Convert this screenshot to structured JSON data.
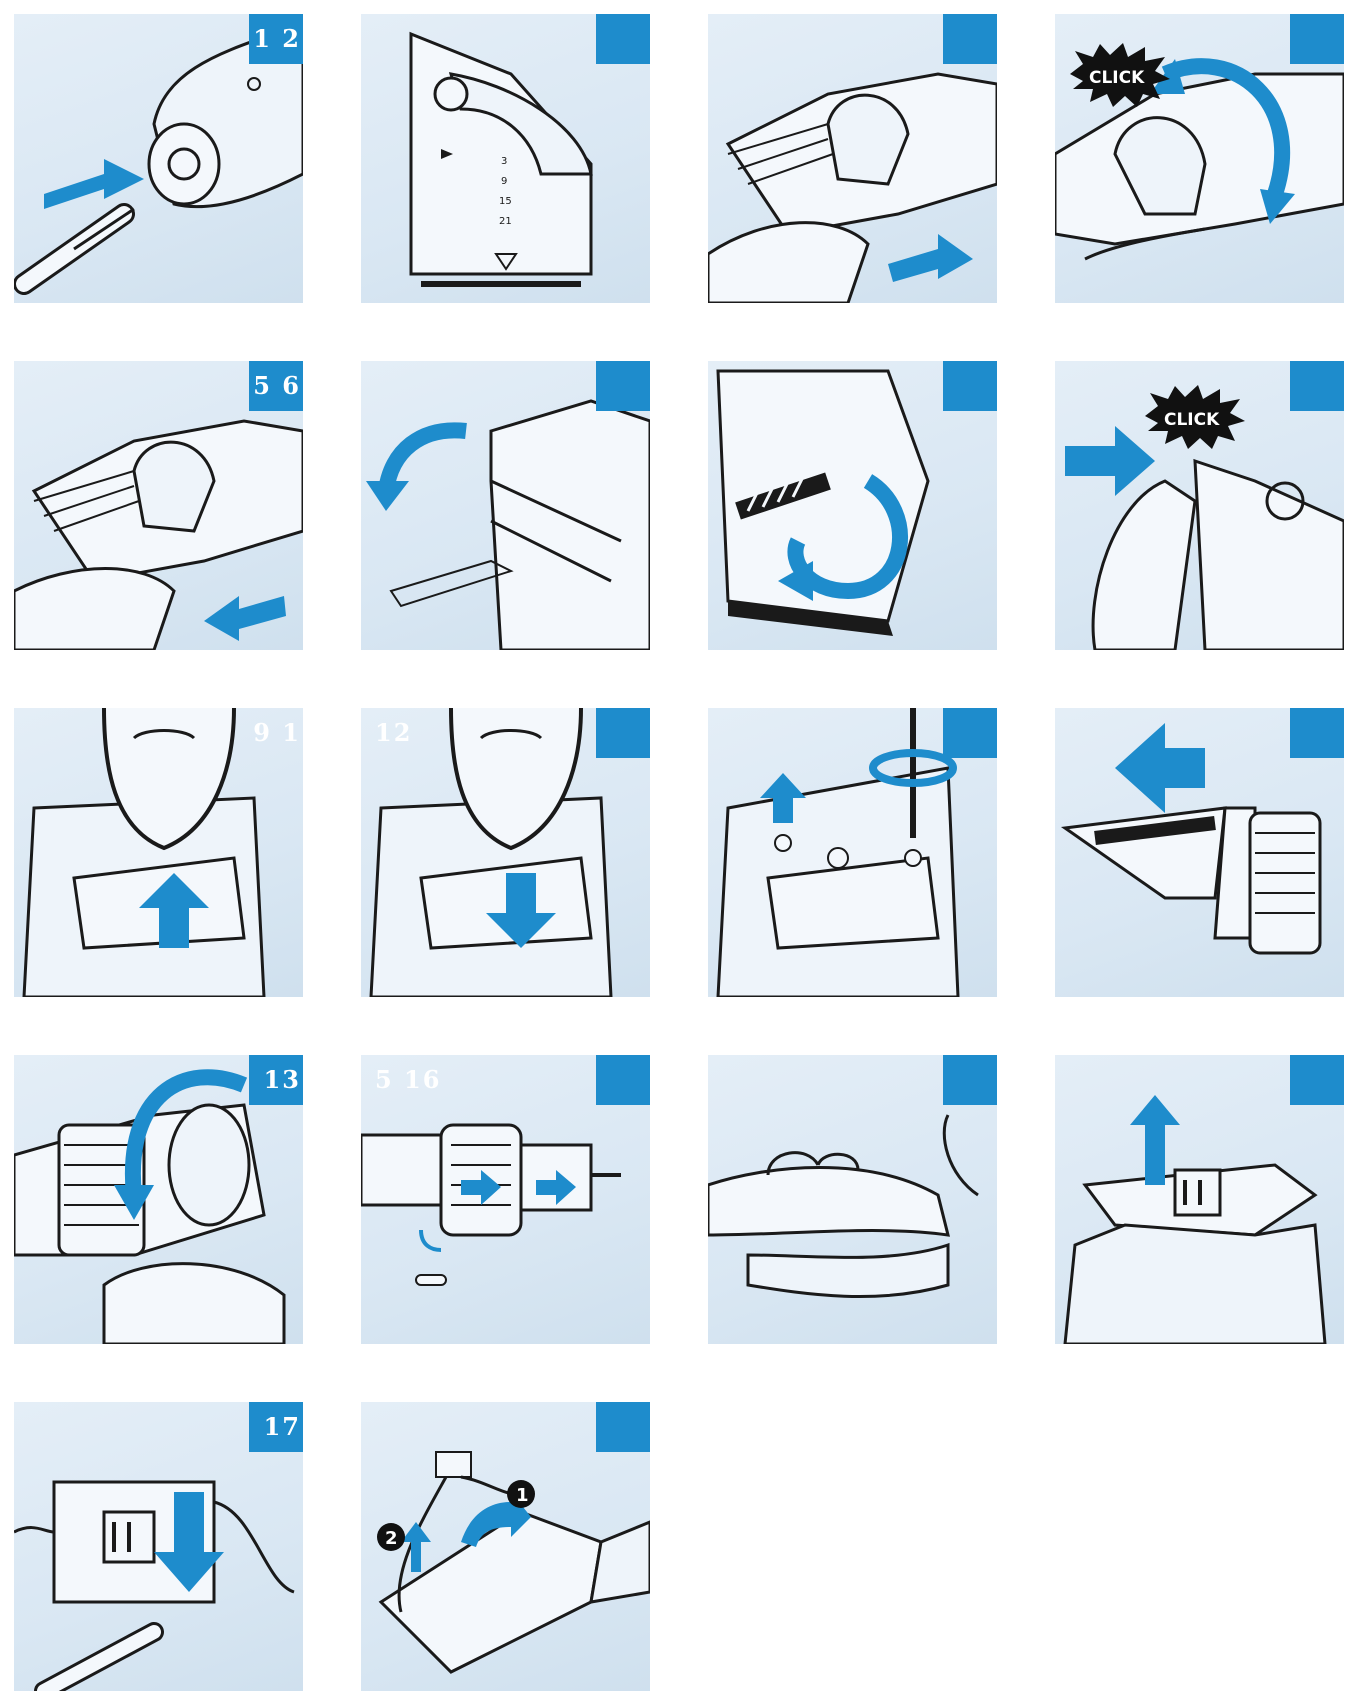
{
  "accent_color": "#1e8ccc",
  "panel_color": "#dce9f4",
  "panels": [
    {
      "step": "1 2",
      "badge": "",
      "click": ""
    },
    {
      "step": "",
      "badge": "",
      "scale": [
        "3",
        "9",
        "15",
        "21"
      ]
    },
    {
      "step": "",
      "badge": ""
    },
    {
      "step": "",
      "badge": "",
      "click": "CLICK"
    },
    {
      "step": "5 6",
      "badge": ""
    },
    {
      "step": "",
      "badge": ""
    },
    {
      "step": "",
      "badge": ""
    },
    {
      "step": "",
      "badge": "",
      "click": "CLICK"
    },
    {
      "step": "9 1",
      "badge": ""
    },
    {
      "step": "12",
      "badge": ""
    },
    {
      "step": "",
      "badge": ""
    },
    {
      "step": "",
      "badge": ""
    },
    {
      "step": "13",
      "badge": ""
    },
    {
      "step": "5 16",
      "badge": ""
    },
    {
      "step": "",
      "badge": ""
    },
    {
      "step": "",
      "badge": ""
    },
    {
      "step": "17",
      "badge": ""
    },
    {
      "step": "",
      "badge": "",
      "callouts": [
        "1",
        "2"
      ]
    }
  ]
}
